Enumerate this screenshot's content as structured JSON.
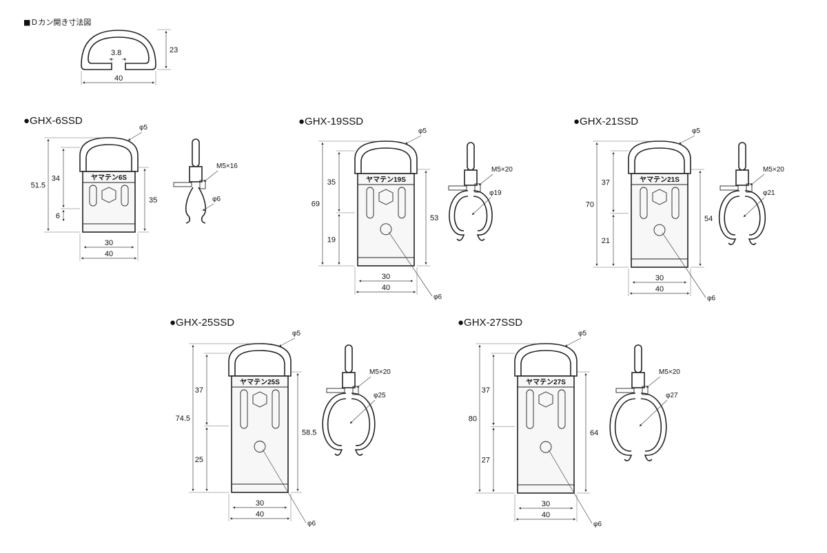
{
  "section_title": "■Ｄカン開き寸法図",
  "dcan": {
    "gap": "3.8",
    "height": "23",
    "width": "40"
  },
  "models": [
    {
      "name": "●GHX-6SSD",
      "stamp": "ヤマテン6S",
      "ring_dia": "φ5",
      "total_height": "51.5",
      "upper_height": "34",
      "lower_height": "6",
      "body_height": "35",
      "inner_width": "30",
      "outer_width": "40",
      "bolt": "M5×16",
      "hook_dia": "φ6",
      "hole_dia": null
    },
    {
      "name": "●GHX-19SSD",
      "stamp": "ヤマテン19S",
      "ring_dia": "φ5",
      "total_height": "69",
      "upper_height": "35",
      "lower_height": "19",
      "body_height": "53",
      "inner_width": "30",
      "outer_width": "40",
      "bolt": "M5×20",
      "hook_dia": "φ19",
      "hole_dia": "φ6"
    },
    {
      "name": "●GHX-21SSD",
      "stamp": "ヤマテン21S",
      "ring_dia": "φ5",
      "total_height": "70",
      "upper_height": "37",
      "lower_height": "21",
      "body_height": "54",
      "inner_width": "30",
      "outer_width": "40",
      "bolt": "M5×20",
      "hook_dia": "φ21",
      "hole_dia": "φ6"
    },
    {
      "name": "●GHX-25SSD",
      "stamp": "ヤマテン25S",
      "ring_dia": "φ5",
      "total_height": "74.5",
      "upper_height": "37",
      "lower_height": "25",
      "body_height": "58.5",
      "inner_width": "30",
      "outer_width": "40",
      "bolt": "M5×20",
      "hook_dia": "φ25",
      "hole_dia": "φ6"
    },
    {
      "name": "●GHX-27SSD",
      "stamp": "ヤマテン27S",
      "ring_dia": "φ5",
      "total_height": "80",
      "upper_height": "37",
      "lower_height": "27",
      "body_height": "64",
      "inner_width": "30",
      "outer_width": "40",
      "bolt": "M5×20",
      "hook_dia": "φ27",
      "hole_dia": "φ6"
    }
  ]
}
